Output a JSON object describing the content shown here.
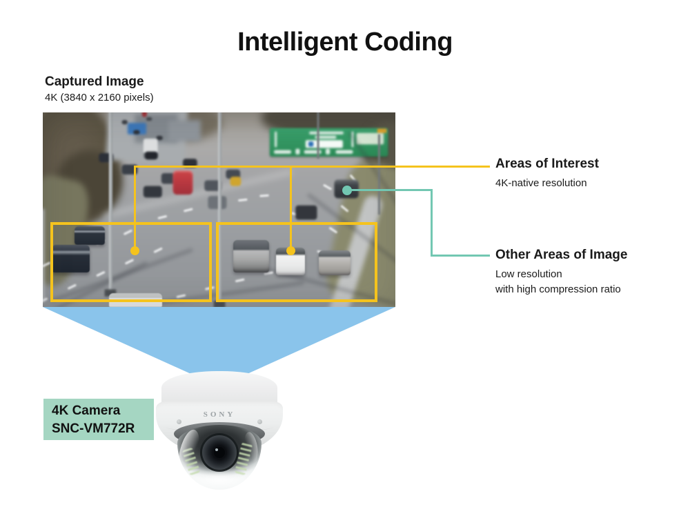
{
  "title": "Intelligent Coding",
  "captured_image": {
    "label": "Captured Image",
    "resolution": "4K (3840 x 2160 pixels)"
  },
  "callouts": {
    "areas_of_interest": {
      "title": "Areas of Interest",
      "description": "4K-native resolution"
    },
    "other_areas": {
      "title": "Other Areas of Image",
      "description_line1": "Low resolution",
      "description_line2": "with high compression ratio"
    }
  },
  "camera": {
    "label_line1": "4K Camera",
    "label_line2": "SNC-VM772R",
    "brand": "SONY"
  },
  "colors": {
    "accent_yellow": "#F5C31D",
    "accent_teal": "#72C7B2",
    "beam_blue": "#8AC4EB",
    "camera_label_bg": "#A5D6C2",
    "road_sign_green": "#2F9461"
  }
}
